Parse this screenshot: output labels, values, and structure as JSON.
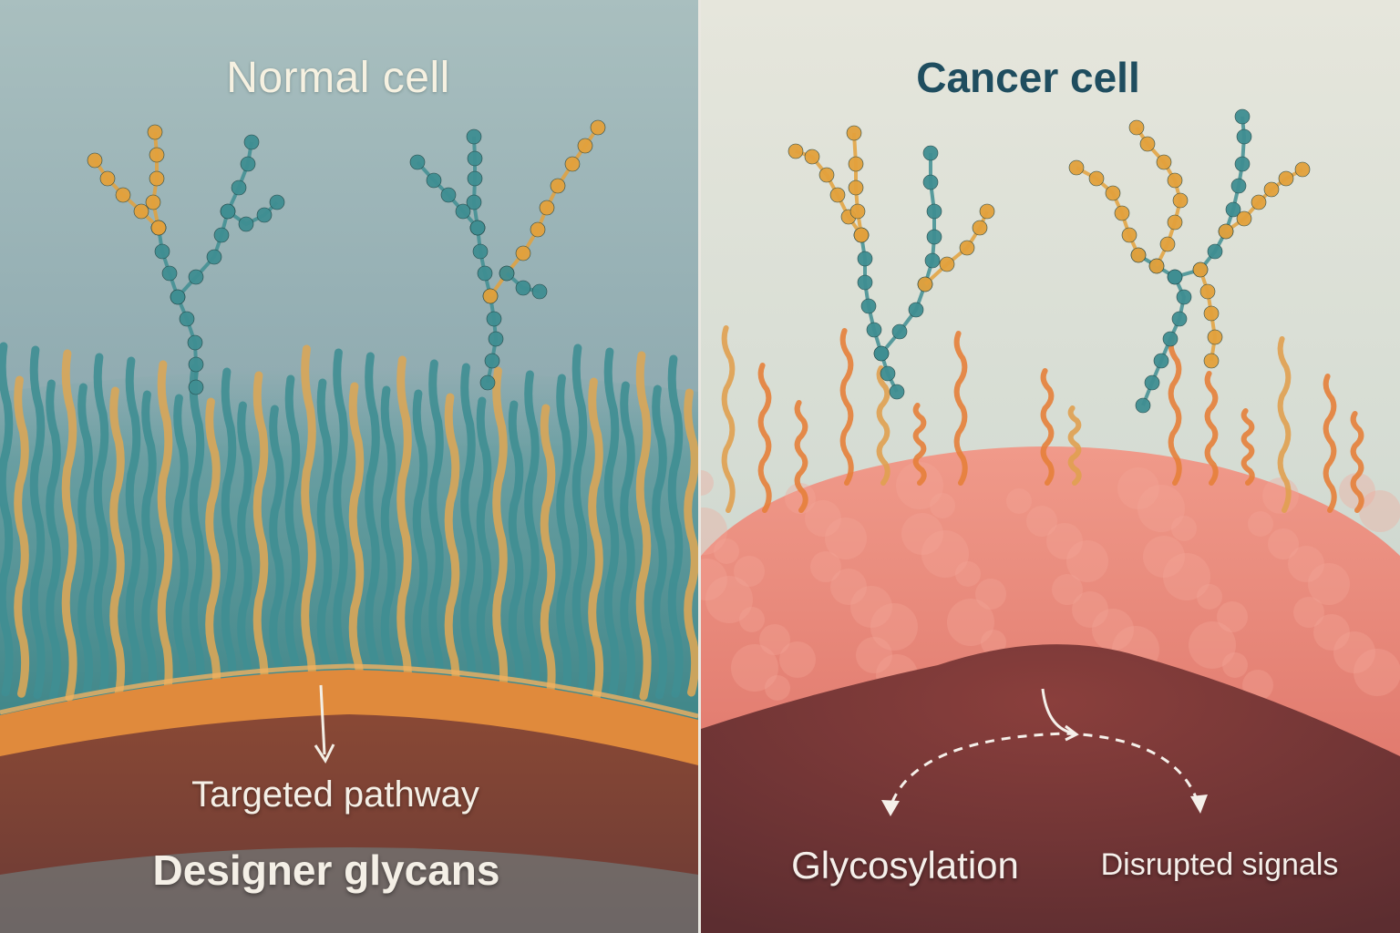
{
  "panels": {
    "normal": {
      "title": "Normal cell",
      "arrow_label": "Targeted pathway",
      "caption": "Designer glycans"
    },
    "cancer": {
      "title": "Cancer cell",
      "left_label": "Glycosylation",
      "right_label": "Disrupted signals"
    }
  },
  "colors": {
    "glycan_teal": "#3f8e92",
    "glycan_orange": "#e3a13c",
    "membrane_orange": "#e0893a",
    "cancer_membrane": "#e9847a",
    "background_left": "#8eaab0",
    "background_right": "#dfe2d8"
  }
}
